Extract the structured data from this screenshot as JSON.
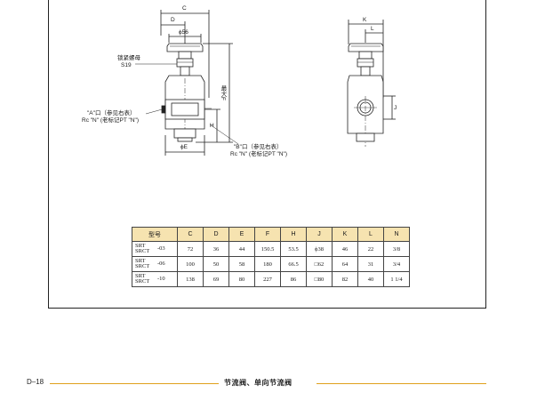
{
  "labels": {
    "dim_c": "C",
    "dim_d": "D",
    "dim_phi56": "ϕ56",
    "lock_nut": "锁紧螺母",
    "lock_size": "S19",
    "max_f": "最大F",
    "dim_h": "H",
    "dim_phie": "ϕE",
    "port_a_1": "\"A\"口（参见右表）",
    "port_a_2": "Rc \"N\" (老标记PT \"N\")",
    "port_b_1": "\"B\"口（参见右表）",
    "port_b_2": "Rc \"N\" (老标记PT \"N\")",
    "dim_k": "K",
    "dim_l": "L",
    "dim_j": "J"
  },
  "table": {
    "headers": [
      "型号",
      "C",
      "D",
      "E",
      "F",
      "H",
      "J",
      "K",
      "L",
      "N"
    ],
    "rows": [
      {
        "model_1": "SRT",
        "model_2": "SRCT",
        "suffix": "-03",
        "cells": [
          "72",
          "36",
          "44",
          "150.5",
          "53.5",
          "ϕ38",
          "46",
          "22",
          "3/8"
        ]
      },
      {
        "model_1": "SRT",
        "model_2": "SRCT",
        "suffix": "-06",
        "cells": [
          "100",
          "50",
          "58",
          "180",
          "66.5",
          "□62",
          "64",
          "31",
          "3/4"
        ]
      },
      {
        "model_1": "SRT",
        "model_2": "SRCT",
        "suffix": "-10",
        "cells": [
          "138",
          "69",
          "80",
          "227",
          "86",
          "□80",
          "82",
          "40",
          "1 1/4"
        ]
      }
    ]
  },
  "footer": {
    "page": "D–18",
    "title": "节流阀、单向节流阀"
  },
  "colors": {
    "header_fill": "#f6e3b0",
    "rule": "#e0a11c"
  }
}
